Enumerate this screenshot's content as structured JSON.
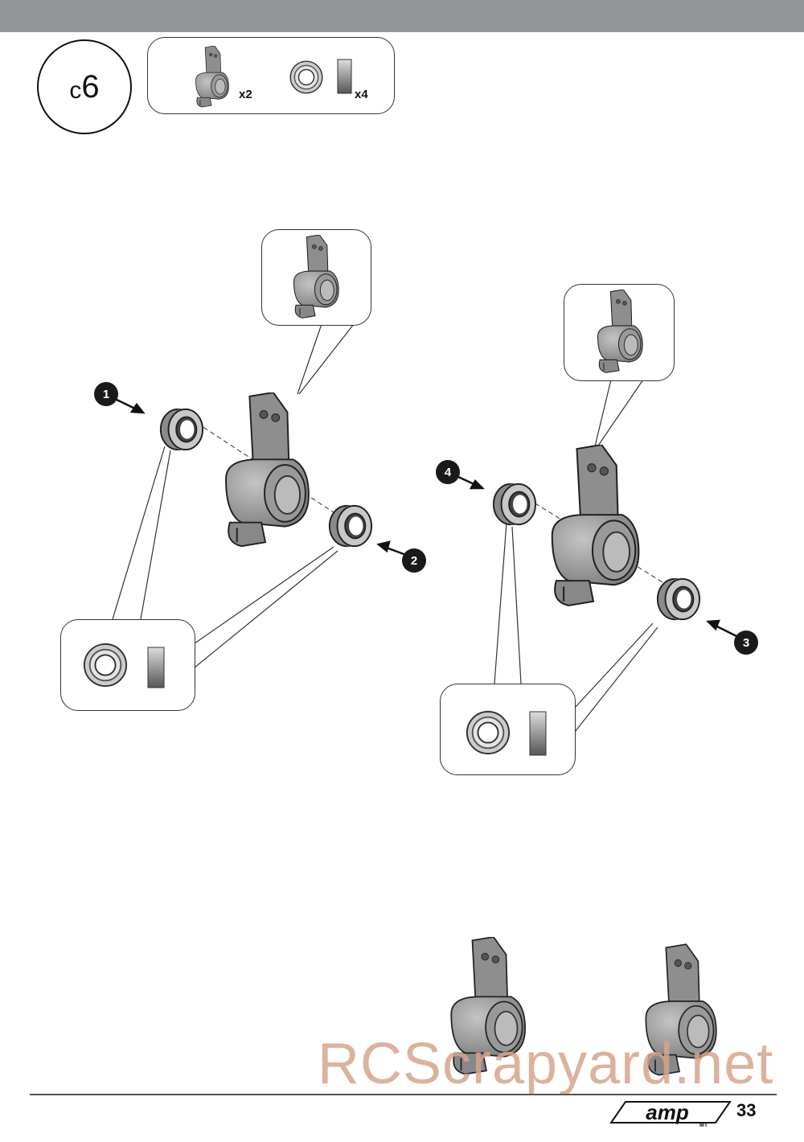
{
  "step": {
    "prefix": "c",
    "number": "6"
  },
  "parts_box": {
    "knuckle_qty": "x2",
    "bearing_qty": "x4"
  },
  "markers": [
    "1",
    "2",
    "3",
    "4"
  ],
  "watermark": "RCScrapyard.net",
  "footer": {
    "logo_text": "amp",
    "logo_sub": "MT",
    "page_number": "33"
  },
  "colors": {
    "top_bar": "#939598",
    "part_fill": "#9a9a9a",
    "watermark": "#d6a58c"
  }
}
